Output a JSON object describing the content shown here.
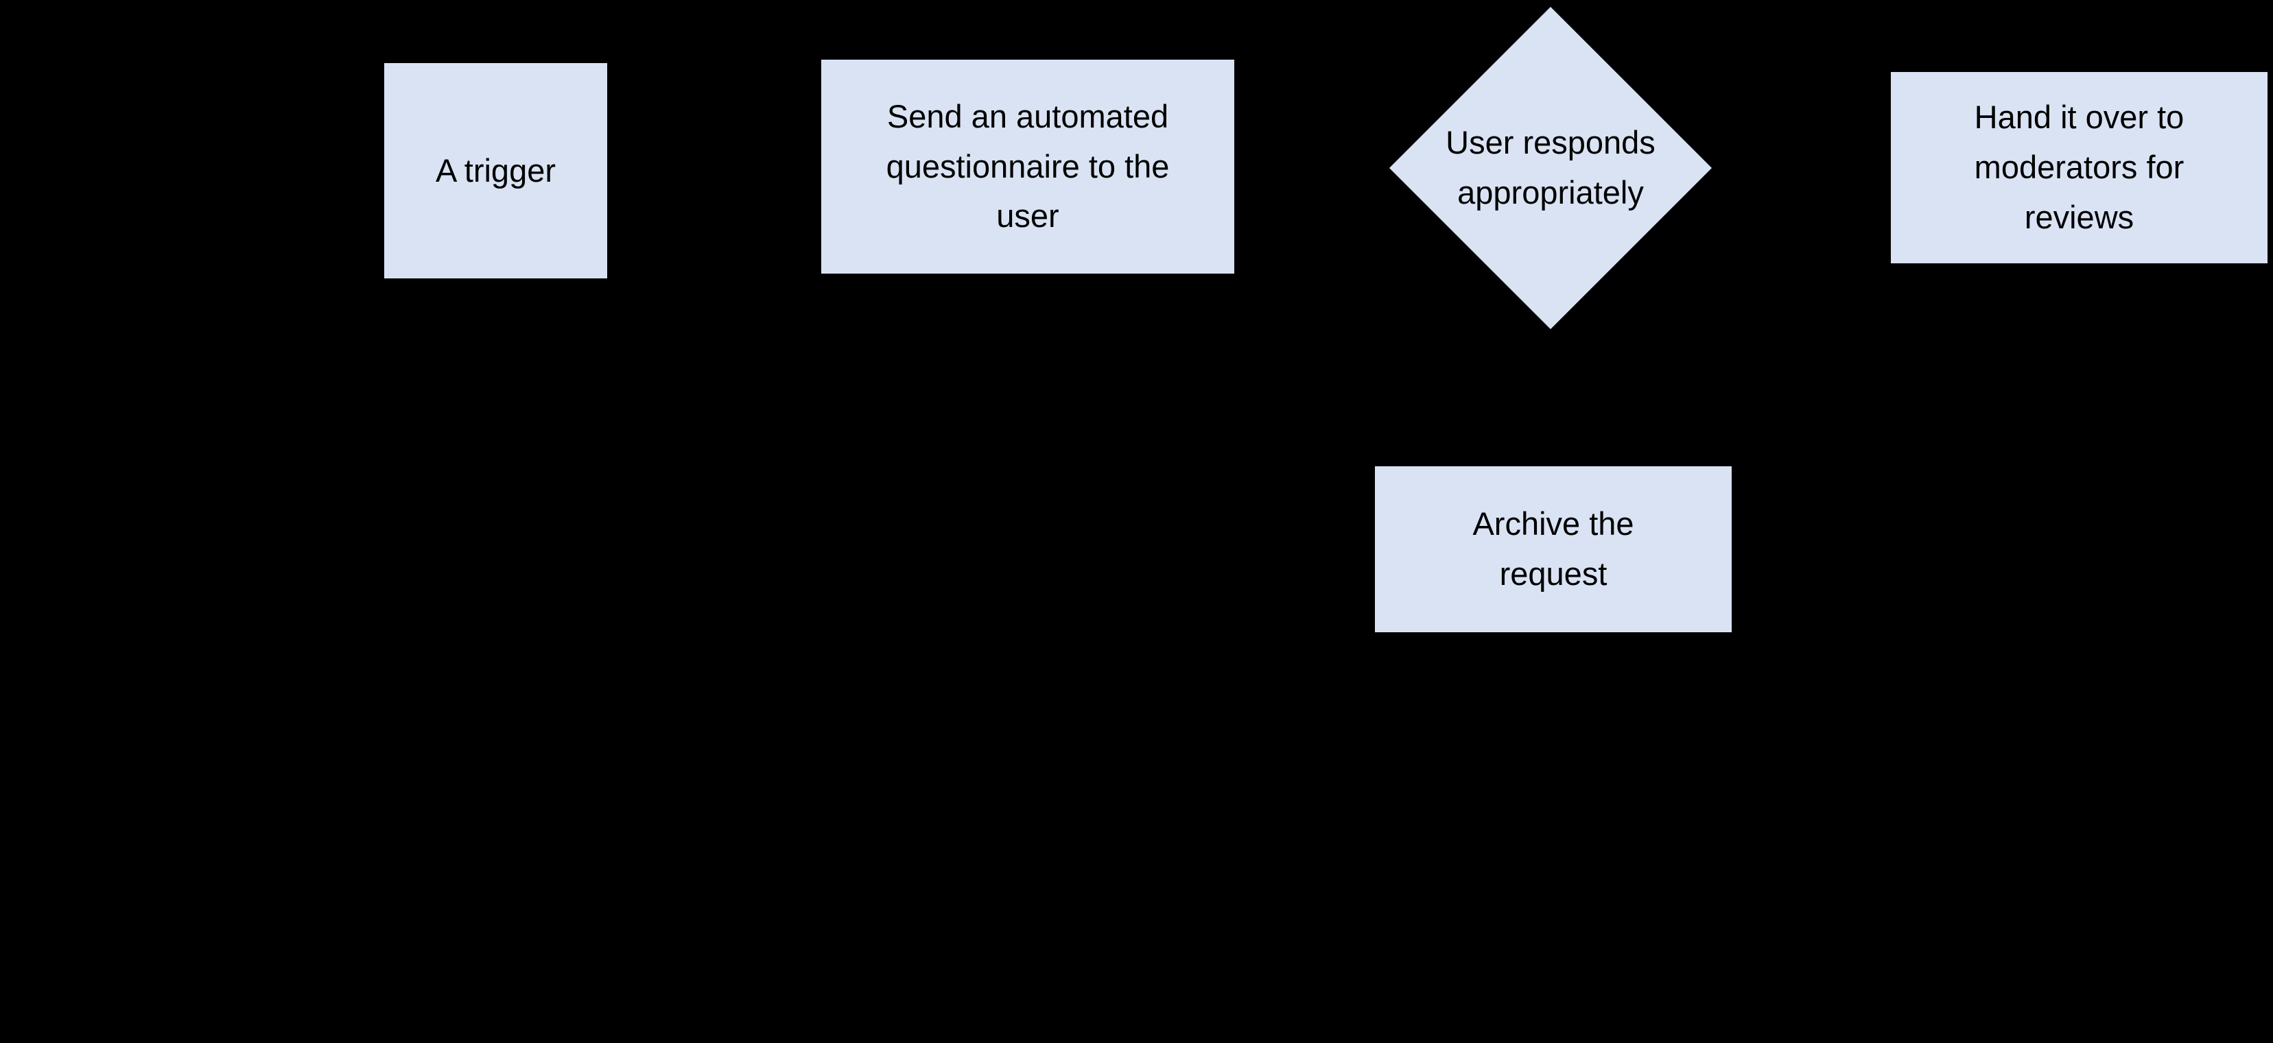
{
  "diagram": {
    "background_color": "#000000",
    "node_fill_color": "#dae3f3",
    "node_text_color": "#000000",
    "nodes": [
      {
        "id": "trigger",
        "shape": "rectangle",
        "label": "A trigger"
      },
      {
        "id": "send-questionnaire",
        "shape": "rectangle",
        "label": "Send an automated\nquestionnaire to the\nuser"
      },
      {
        "id": "user-responds",
        "shape": "diamond",
        "label": "User responds\nappropriately"
      },
      {
        "id": "handover-moderators",
        "shape": "rectangle",
        "label": "Hand it over to\nmoderators for\nreviews"
      },
      {
        "id": "archive-request",
        "shape": "rectangle",
        "label": "Archive the\nrequest"
      }
    ]
  }
}
